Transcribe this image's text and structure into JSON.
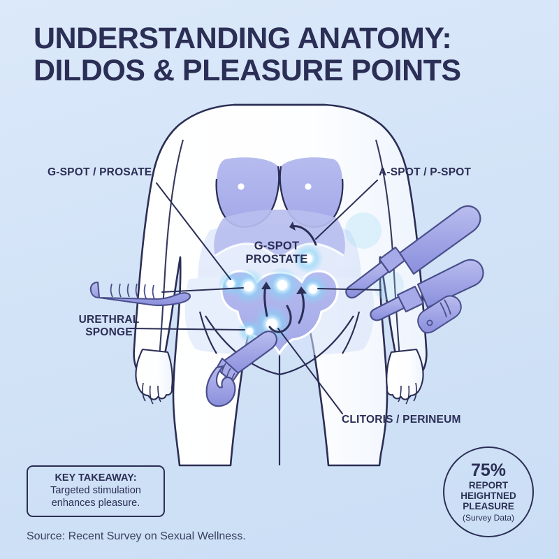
{
  "page": {
    "background_color": "#d4e4f7",
    "ink_color": "#2b2e55",
    "accent_color": "#9a9ee0",
    "glow_color": "#59c8f5"
  },
  "title": {
    "line1": "UNDERSTANDING ANATOMY:",
    "line2": "DILDOS & PLEASURE POINTS"
  },
  "callouts": {
    "g_spot": "G-SPOT / PROSATE",
    "a_spot": "A-SPOT / P-SPOT",
    "urethral_line1": "URETHRAL",
    "urethral_line2": "SPONGE",
    "clitoris": "CLITORIS / PERINEUM",
    "center_line1": "G-SPOT",
    "center_line2": "PROSTATE"
  },
  "takeaway": {
    "heading": "KEY TAKEAWAY:",
    "line1": "Targeted stimulation",
    "line2": "enhances pleasure."
  },
  "badge": {
    "percent": "75%",
    "line1": "REPORT",
    "line2": "HEIGHTNED",
    "line3": "PLEASURE",
    "sub": "(Survey Data)"
  },
  "source": "Source: Recent Survey on Sexual Wellness."
}
